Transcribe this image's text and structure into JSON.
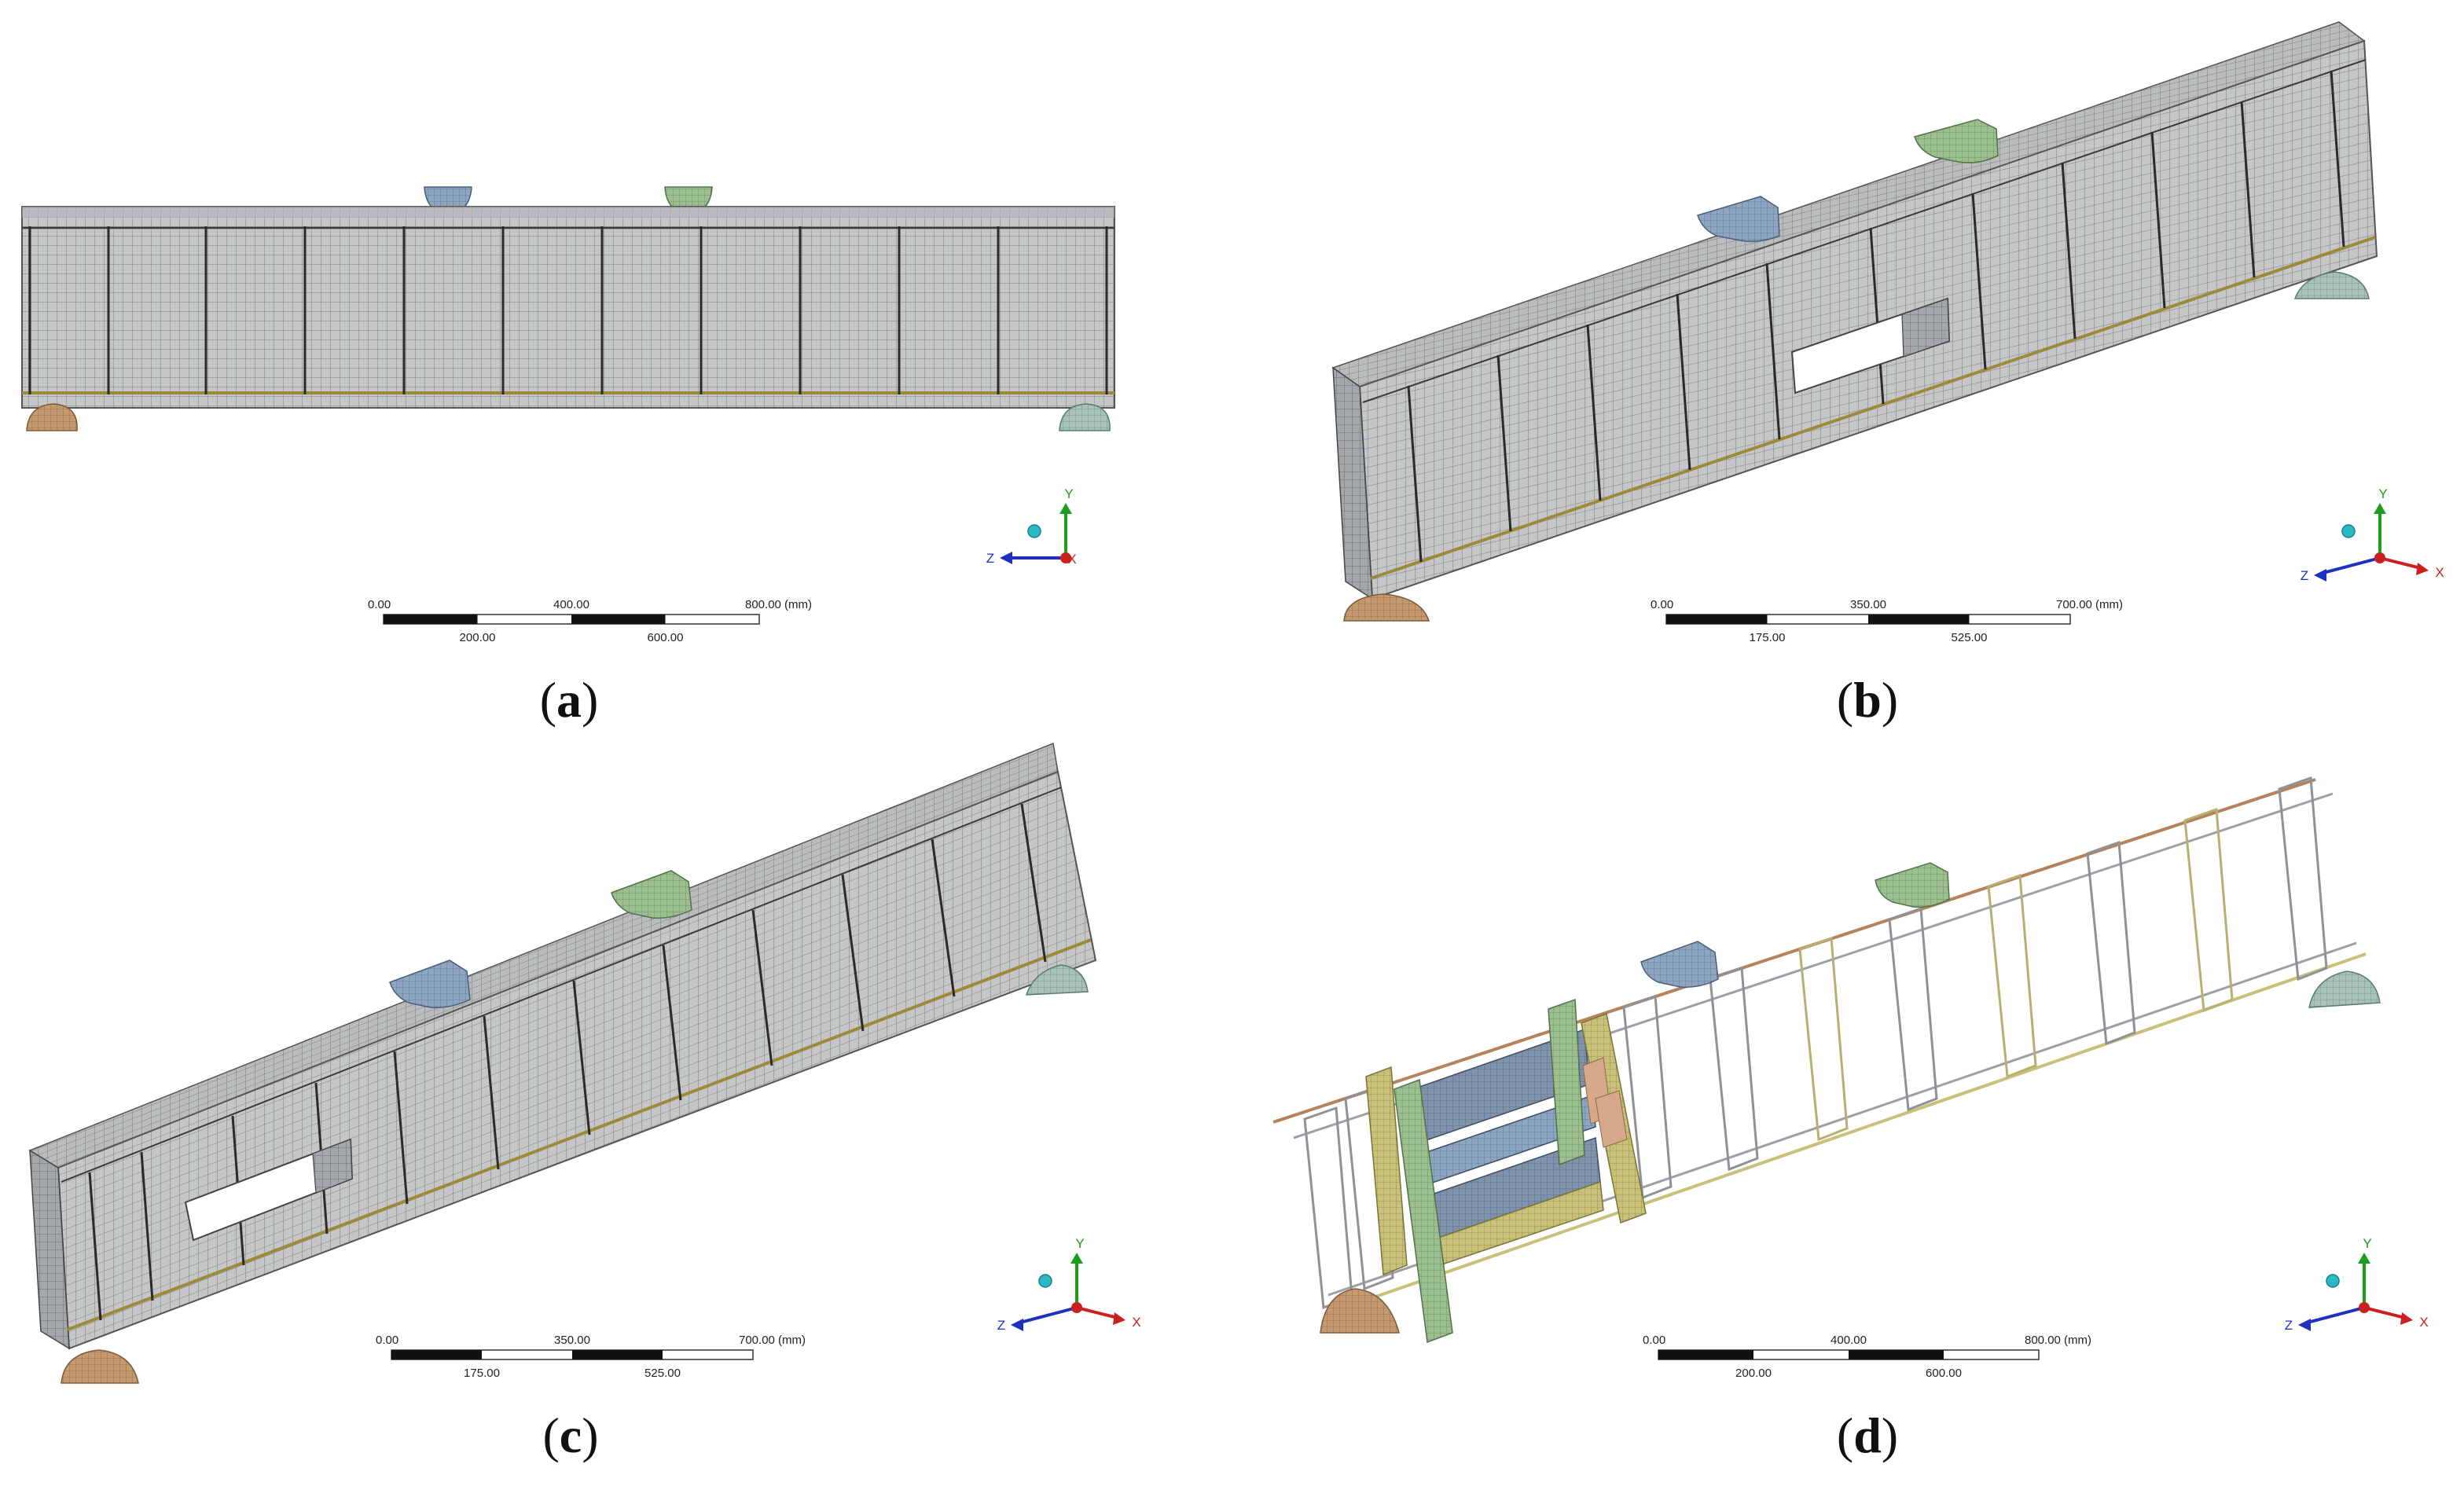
{
  "panels": [
    {
      "label": "a",
      "scale_bar": {
        "top_ticks": [
          "0.00",
          "400.00",
          "800.00 (mm)"
        ],
        "bottom_ticks": [
          "200.00",
          "600.00"
        ]
      },
      "triad": [
        "Y",
        "Z",
        "X"
      ]
    },
    {
      "label": "b",
      "scale_bar": {
        "top_ticks": [
          "0.00",
          "350.00",
          "700.00 (mm)"
        ],
        "bottom_ticks": [
          "175.00",
          "525.00"
        ]
      },
      "triad": [
        "Y",
        "Z",
        "X"
      ]
    },
    {
      "label": "c",
      "scale_bar": {
        "top_ticks": [
          "0.00",
          "350.00",
          "700.00 (mm)"
        ],
        "bottom_ticks": [
          "175.00",
          "525.00"
        ]
      },
      "triad": [
        "Y",
        "Z",
        "X"
      ]
    },
    {
      "label": "d",
      "scale_bar": {
        "top_ticks": [
          "0.00",
          "400.00",
          "800.00 (mm)"
        ],
        "bottom_ticks": [
          "200.00",
          "600.00"
        ]
      },
      "triad": [
        "Y",
        "Z",
        "X"
      ]
    }
  ],
  "colors": {
    "mesh_face": "#c4c6c7",
    "mesh_side": "#a4a7a9",
    "mesh_line": "#707478",
    "stirrup": "#2b2b2b",
    "rebar": "#9c8a3a",
    "top_rebar_d": "#b5825a",
    "support_left": "#c69a6e",
    "support_right": "#a7c2b8",
    "load_blue": "#8ea6c2",
    "load_green": "#9cbf8f",
    "triad_y": "#1f9d1f",
    "triad_z": "#1f2fbf",
    "triad_x": "#cc1f1f",
    "triad_ball": "#2bb7c4"
  }
}
